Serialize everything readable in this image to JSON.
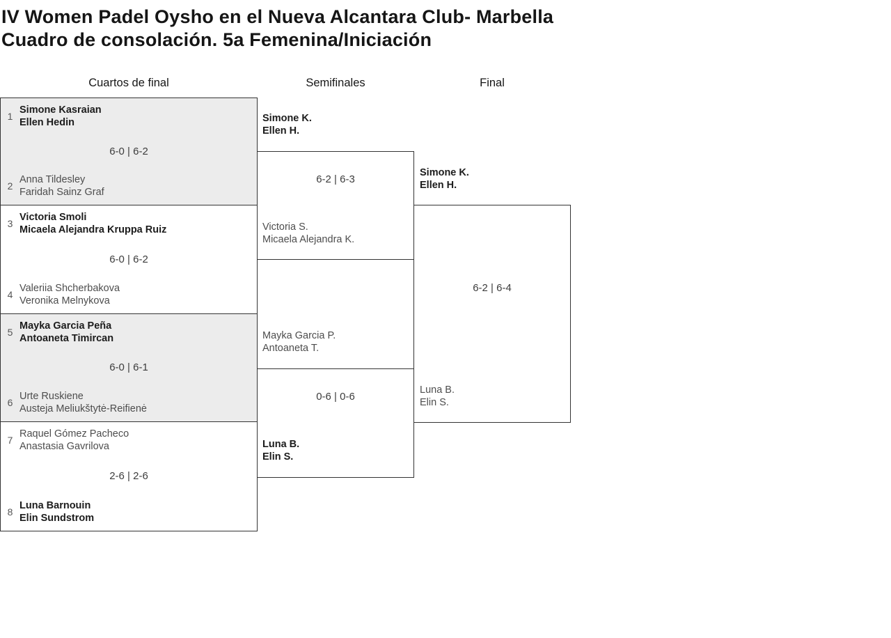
{
  "title": {
    "line1": "IV Women Padel Oysho en el Nueva Alcantara Club- Marbella",
    "line2": "Cuadro de consolación. 5a Femenina/Iniciación"
  },
  "columns": {
    "quarterfinals": "Cuartos de final",
    "semifinals": "Semifinales",
    "final": "Final"
  },
  "bracket": {
    "quarterfinals": [
      {
        "seed_top": "1",
        "team_top": {
          "player1": "Simone Kasraian",
          "player2": "Ellen Hedin"
        },
        "score": "6-0 | 6-2",
        "seed_bottom": "2",
        "team_bottom": {
          "player1": "Anna Tildesley",
          "player2": "Faridah Sainz Graf"
        },
        "winner": "top"
      },
      {
        "seed_top": "3",
        "team_top": {
          "player1": "Victoria Smoli",
          "player2": "Micaela Alejandra Kruppa Ruiz"
        },
        "score": "6-0 | 6-2",
        "seed_bottom": "4",
        "team_bottom": {
          "player1": "Valeriia Shcherbakova",
          "player2": "Veronika Melnykova"
        },
        "winner": "top"
      },
      {
        "seed_top": "5",
        "team_top": {
          "player1": "Mayka Garcia Peña",
          "player2": "Antoaneta Timircan"
        },
        "score": "6-0 | 6-1",
        "seed_bottom": "6",
        "team_bottom": {
          "player1": "Urte Ruskiene",
          "player2": "Austeja Meliukštytė-Reifienė"
        },
        "winner": "top"
      },
      {
        "seed_top": "7",
        "team_top": {
          "player1": "Raquel Gómez Pacheco",
          "player2": "Anastasia Gavrilova"
        },
        "score": "2-6 | 2-6",
        "seed_bottom": "8",
        "team_bottom": {
          "player1": "Luna Barnouin",
          "player2": "Elin Sundstrom"
        },
        "winner": "bottom"
      }
    ],
    "semifinals": [
      {
        "team_top": {
          "player1": "Simone K.",
          "player2": "Ellen H."
        },
        "score": "6-2 | 6-3",
        "team_bottom": {
          "player1": "Victoria S.",
          "player2": "Micaela Alejandra K."
        },
        "winner": "top"
      },
      {
        "team_top": {
          "player1": "Mayka Garcia P.",
          "player2": "Antoaneta T."
        },
        "score": "0-6 | 0-6",
        "team_bottom": {
          "player1": "Luna B.",
          "player2": "Elin S."
        },
        "winner": "bottom"
      }
    ],
    "final": {
      "team_top": {
        "player1": "Simone K.",
        "player2": "Ellen H."
      },
      "score": "6-2 | 6-4",
      "team_bottom": {
        "player1": "Luna B.",
        "player2": "Elin S."
      },
      "winner": "top"
    }
  },
  "colors": {
    "shaded_row_bg": "#ececec",
    "bracket_line": "#333333",
    "winner_text": "#1c1c1c",
    "loser_text": "#4d4d4d",
    "score_text": "#3c3c3c",
    "seed_text": "#555555"
  }
}
